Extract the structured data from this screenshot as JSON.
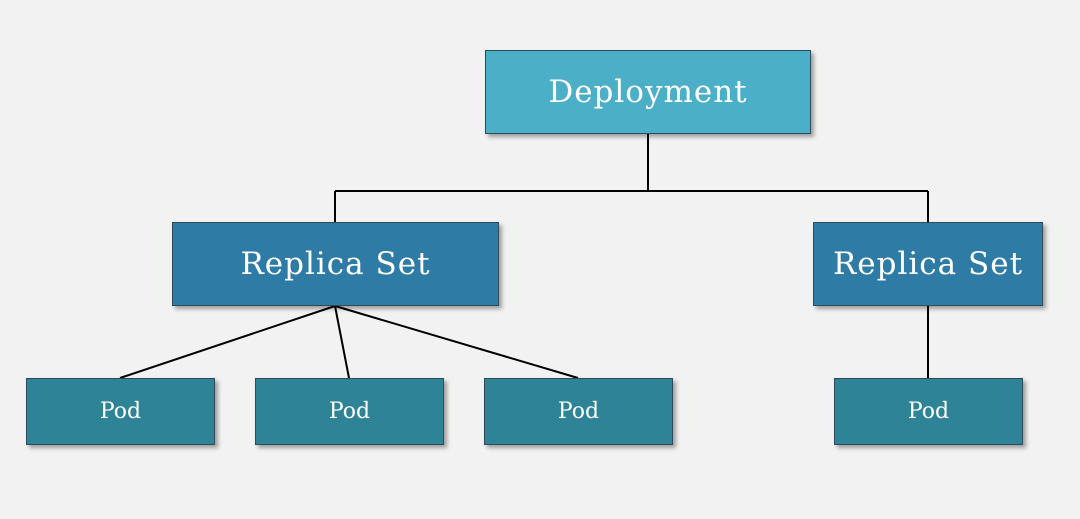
{
  "diagram": {
    "deployment": {
      "label": "Deployment",
      "color": "#4bafc8"
    },
    "replica_sets": [
      {
        "label": "Replica Set",
        "color": "#2e7ba6"
      },
      {
        "label": "Replica Set",
        "color": "#2e7ba6"
      }
    ],
    "pods": [
      {
        "label": "Pod",
        "color": "#2e8496"
      },
      {
        "label": "Pod",
        "color": "#2e8496"
      },
      {
        "label": "Pod",
        "color": "#2e8496"
      },
      {
        "label": "Pod",
        "color": "#2e8496"
      }
    ],
    "connector_color": "#000000"
  }
}
